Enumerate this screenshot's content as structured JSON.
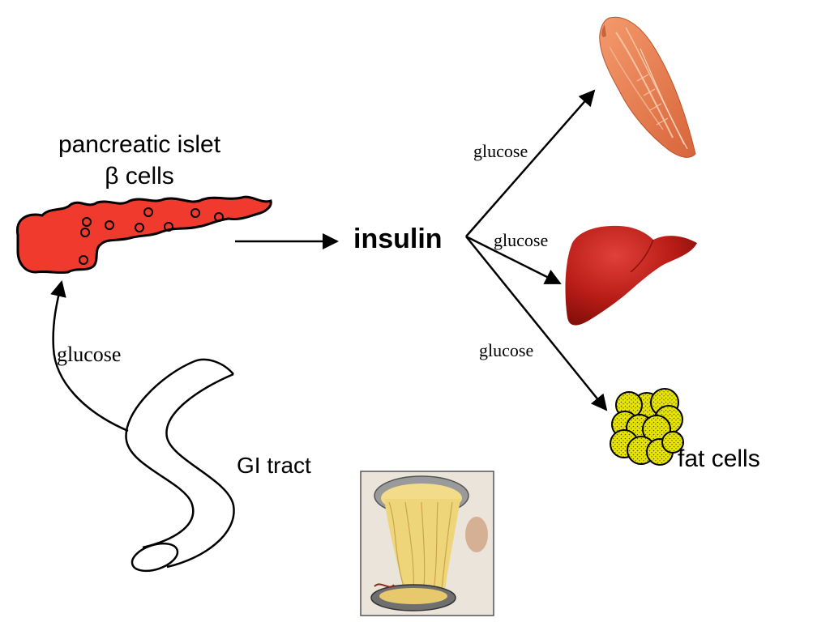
{
  "labels": {
    "pancreas_line1": "pancreatic islet",
    "pancreas_line2": "β cells",
    "insulin": "insulin",
    "glucose_gi": "glucose",
    "glucose_muscle": "glucose",
    "glucose_liver": "glucose",
    "glucose_fat": "glucose",
    "gi_tract": "GI tract",
    "fat_cells": "fat cells"
  },
  "colors": {
    "pancreas": "#f03a2e",
    "muscle": "#e87e4f",
    "liver": "#b01a14",
    "fat": "#e6e600"
  }
}
